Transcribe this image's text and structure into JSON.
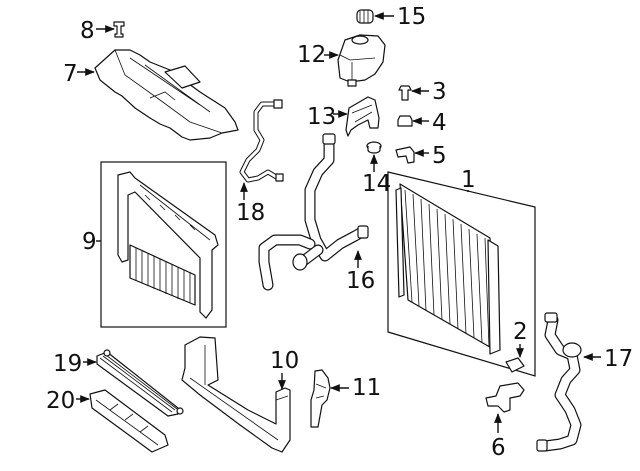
{
  "diagram": {
    "type": "exploded-parts-diagram",
    "subject": "Radiator and engine cooling components",
    "callouts": [
      {
        "number": "1",
        "part": "radiator"
      },
      {
        "number": "2",
        "part": "radiator-sensor-clip"
      },
      {
        "number": "3",
        "part": "bolt"
      },
      {
        "number": "4",
        "part": "nut"
      },
      {
        "number": "5",
        "part": "bracket-clip"
      },
      {
        "number": "6",
        "part": "lower-mount-bracket"
      },
      {
        "number": "7",
        "part": "upper-air-guide-panel"
      },
      {
        "number": "8",
        "part": "push-pin-clip"
      },
      {
        "number": "9",
        "part": "air-duct-shroud-assembly"
      },
      {
        "number": "10",
        "part": "lower-support-bar"
      },
      {
        "number": "11",
        "part": "side-air-deflector"
      },
      {
        "number": "12",
        "part": "coolant-reservoir"
      },
      {
        "number": "13",
        "part": "reservoir-bracket"
      },
      {
        "number": "14",
        "part": "grommet"
      },
      {
        "number": "15",
        "part": "reservoir-cap"
      },
      {
        "number": "16",
        "part": "upper-radiator-hose"
      },
      {
        "number": "17",
        "part": "lower-radiator-hose"
      },
      {
        "number": "18",
        "part": "sensor-wiring-harness"
      },
      {
        "number": "19",
        "part": "auxiliary-cooler"
      },
      {
        "number": "20",
        "part": "auxiliary-cooler-housing"
      }
    ]
  }
}
